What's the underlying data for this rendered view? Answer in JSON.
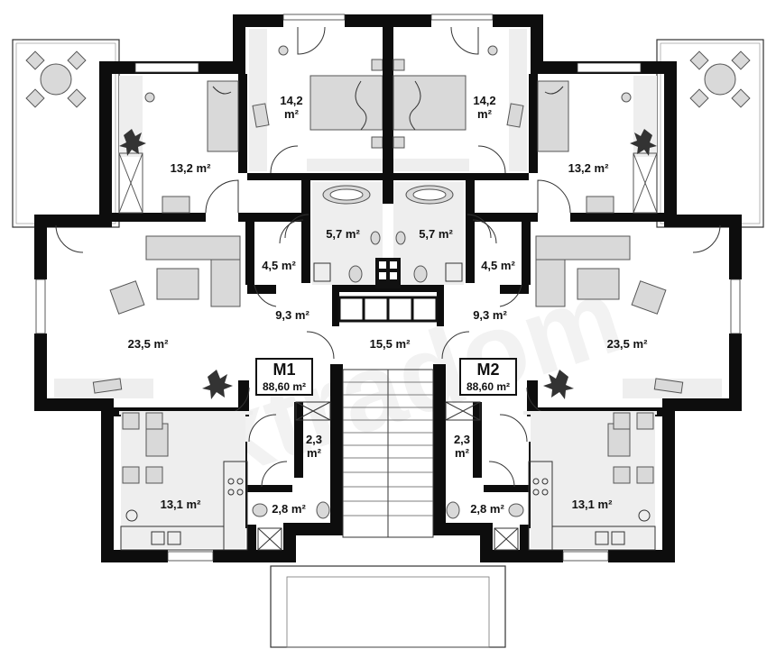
{
  "watermark": "extradom",
  "apartments": [
    {
      "name": "M1",
      "area": "88,60 m²"
    },
    {
      "name": "M2",
      "area": "88,60 m²"
    }
  ],
  "rooms": {
    "left": {
      "bedroom_large": "14,2\nm²",
      "bedroom_small": "13,2 m²",
      "bathroom": "5,7 m²",
      "hall_small": "4,5 m²",
      "hall": "9,3 m²",
      "living": "23,5 m²",
      "closet": "2,3\nm²",
      "wc": "2,8 m²",
      "kitchen": "13,1 m²"
    },
    "shared": {
      "stairwell": "15,5 m²"
    },
    "right": {
      "bedroom_large": "14,2\nm²",
      "bedroom_small": "13,2 m²",
      "bathroom": "5,7 m²",
      "hall_small": "4,5 m²",
      "hall": "9,3 m²",
      "living": "23,5 m²",
      "closet": "2,3\nm²",
      "wc": "2,8 m²",
      "kitchen": "13,1 m²"
    }
  }
}
